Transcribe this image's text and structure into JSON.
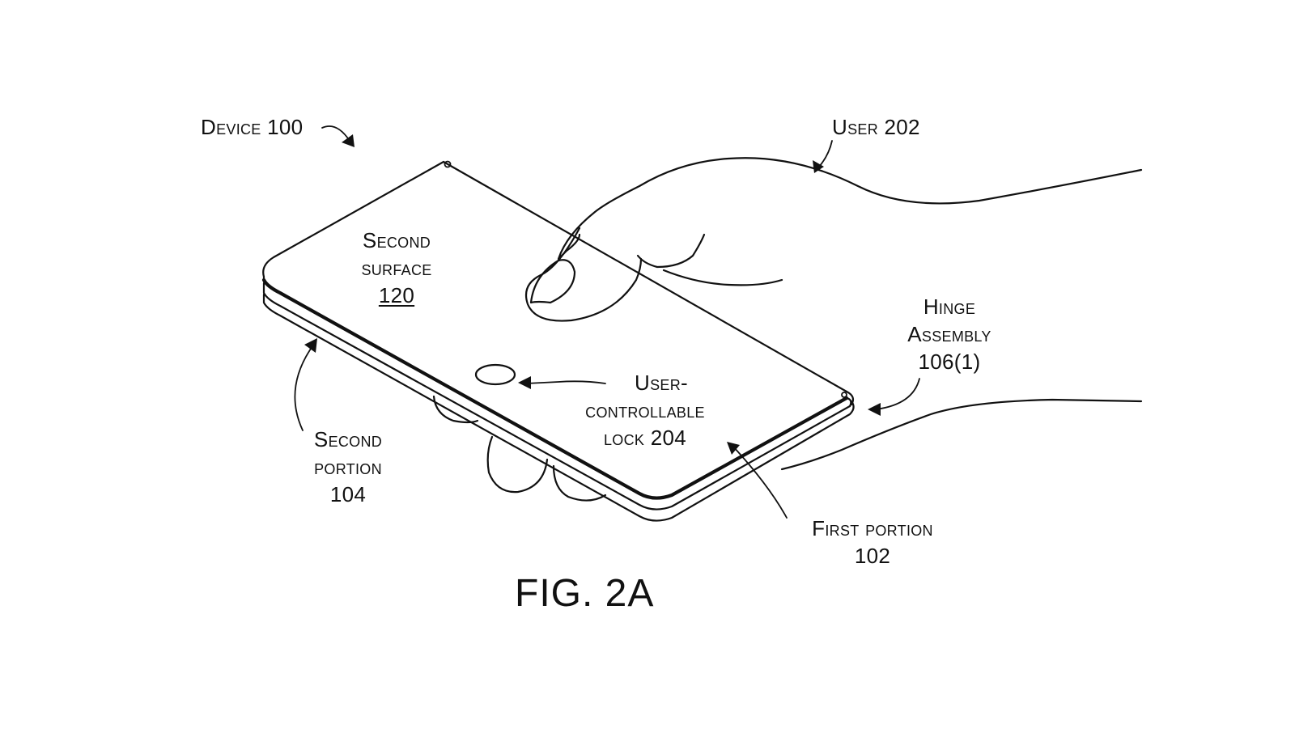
{
  "figure": {
    "caption": "FIG. 2A"
  },
  "labels": {
    "device": {
      "text": "Device 100"
    },
    "user": {
      "text": "User 202"
    },
    "second_surface": {
      "line1": "Second",
      "line2": "surface",
      "ref": "120"
    },
    "hinge_assembly": {
      "line1": "Hinge",
      "line2": "Assembly",
      "ref": "106(1)"
    },
    "lock": {
      "line1": "User-",
      "line2": "controllable",
      "line3": "lock 204"
    },
    "second_portion": {
      "line1": "Second",
      "line2": "portion",
      "ref": "104"
    },
    "first_portion": {
      "line1": "First portion",
      "ref": "102"
    }
  },
  "colors": {
    "ink": "#111111",
    "paper": "#ffffff"
  }
}
